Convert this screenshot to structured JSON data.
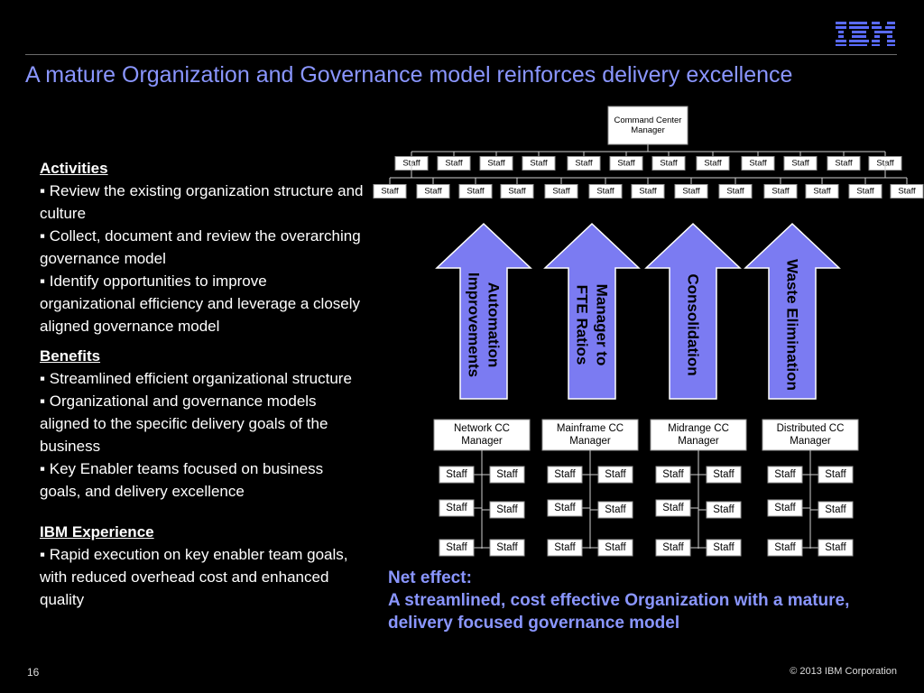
{
  "header": {
    "title": "A mature Organization and Governance model reinforces delivery excellence",
    "logo_text": "IBM"
  },
  "left": {
    "activities": {
      "heading": "Activities",
      "items": [
        "▪ Review the existing organization structure and culture",
        "▪ Collect, document  and review the overarching governance model",
        "▪ Identify opportunities to improve organizational efficiency and leverage a closely aligned governance model"
      ]
    },
    "benefits": {
      "heading": "Benefits",
      "items": [
        "▪ Streamlined efficient organizational structure",
        "▪ Organizational and governance models aligned to the specific delivery goals of the business",
        "▪ Key Enabler teams focused on business goals, and delivery excellence"
      ]
    },
    "experience": {
      "heading": "IBM Experience",
      "items": [
        "▪ Rapid execution on key enabler team goals, with reduced overhead cost and enhanced quality"
      ]
    }
  },
  "org": {
    "top_manager": [
      "Command Center",
      "Manager"
    ],
    "staff_label": "Staff",
    "arrows": [
      [
        "Automation",
        "Improvements"
      ],
      [
        "Manager to",
        "FTE Ratios"
      ],
      [
        "Consolidation"
      ],
      [
        "Waste Elimination"
      ]
    ],
    "managers": [
      [
        "Network CC",
        "Manager"
      ],
      [
        "Mainframe CC",
        "Manager"
      ],
      [
        "Midrange CC",
        "Manager"
      ],
      [
        "Distributed CC",
        "Manager"
      ]
    ]
  },
  "net_effect": {
    "line1": "Net effect:",
    "line2": "A streamlined, cost effective Organization with a mature, delivery focused governance model"
  },
  "footer": {
    "page": "16",
    "copyright": "© 2013 IBM Corporation"
  },
  "colors": {
    "accent": "#8a96ff",
    "arrow_fill": "#7b7bf2"
  }
}
